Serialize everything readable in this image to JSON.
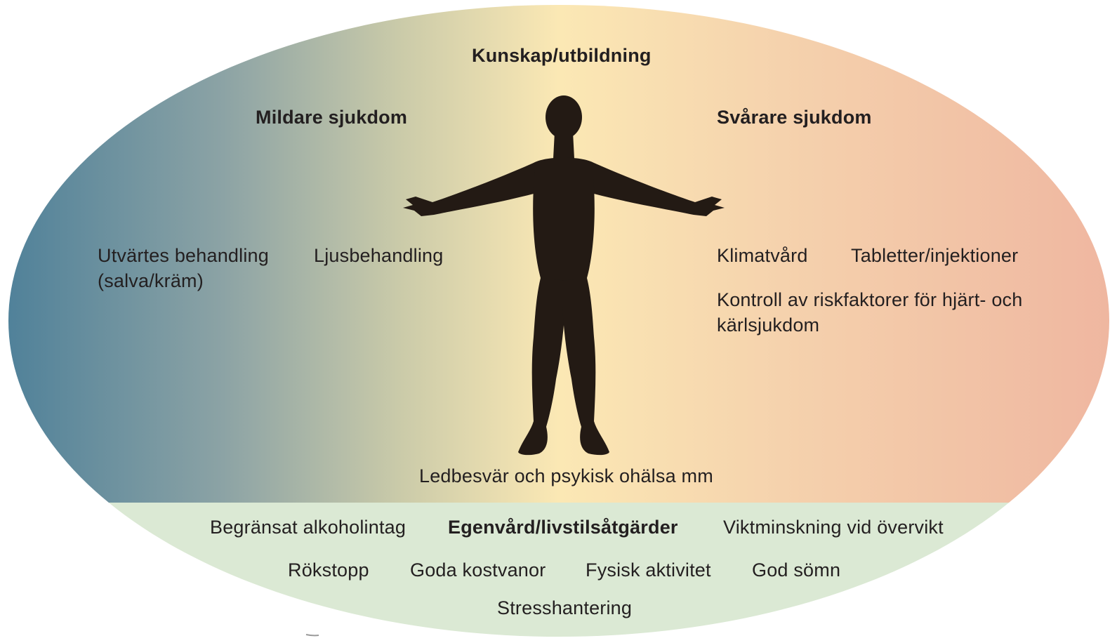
{
  "top_label": "Kunskap/utbildning",
  "left_heading": "Mildare sjukdom",
  "right_heading": "Svårare sjukdom",
  "left_treatments": {
    "topical_line1": "Utvärtes behandling",
    "topical_line2": "(salva/kräm)",
    "light": "Ljusbehandling"
  },
  "right_treatments": {
    "climate": "Klimatvård",
    "tablets": "Tabletter/injektioner",
    "risk_line1": "Kontroll av riskfaktorer för hjärt- och",
    "risk_line2": "kärlsjukdom"
  },
  "bottom_center": "Ledbesvär och psykisk ohälsa mm",
  "self_care": {
    "heading": "Egenvård/livstilsåtgärder",
    "alcohol": "Begränsat alkoholintag",
    "weight": "Viktminskning vid övervikt",
    "smoking": "Rökstopp",
    "diet": "Goda kostvanor",
    "exercise": "Fysisk aktivitet",
    "sleep": "God sömn",
    "stress": "Stresshantering"
  },
  "colors": {
    "mild": "#4e8099",
    "neutral": "#fbe8b4",
    "severe": "#efb6a0",
    "self_care_band": "#dbe9d4",
    "silhouette": "#231a14",
    "text": "#231f20"
  }
}
